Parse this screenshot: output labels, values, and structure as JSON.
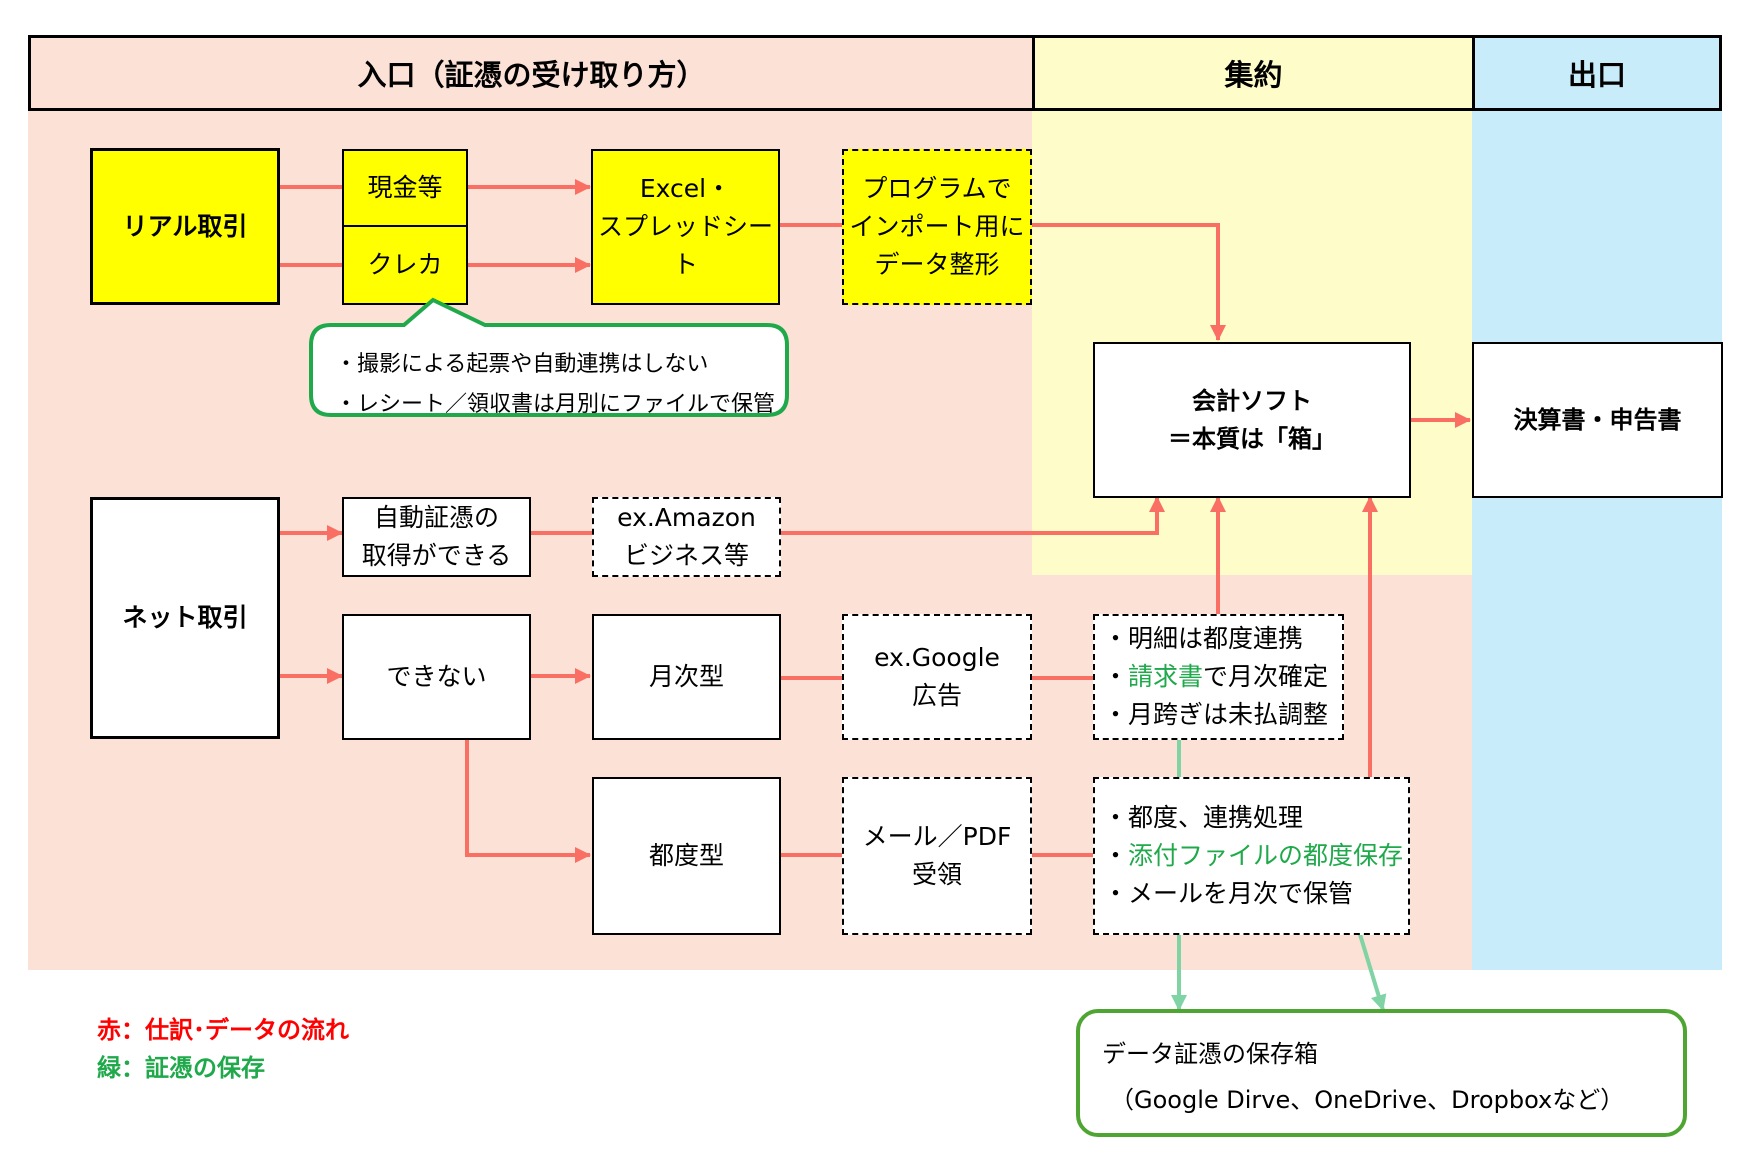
{
  "colors": {
    "entry_bg": "#fbe1d6",
    "aggregate_bg": "#fefdca",
    "exit_bg": "#c9ecfb",
    "highlight_box": "#ffff00",
    "data_flow": "#f96f63",
    "evidence_flow": "#7fd3a4",
    "callout_border": "#1fa94a",
    "storage_border": "#4fa532",
    "legend_red": "#ff0000",
    "legend_green": "#1fa94a"
  },
  "headers": {
    "entry": "入口（証憑の受け取り方）",
    "aggregate": "集約",
    "exit": "出口"
  },
  "real": {
    "source": "リアル取引",
    "cash": "現金等",
    "card": "クレカ",
    "spreadsheet": [
      "Excel・",
      "スプレッドシート"
    ],
    "program": [
      "プログラムで",
      "インポート用に",
      "データ整形"
    ],
    "callout": [
      "・撮影による起票や自動連携はしない",
      "・レシート／領収書は月別にファイルで保管"
    ]
  },
  "net": {
    "source": "ネット取引",
    "auto": [
      "自動証憑の",
      "取得ができる"
    ],
    "amazon": [
      "ex.Amazon",
      "ビジネス等"
    ],
    "cannot": "できない",
    "monthly": "月次型",
    "google": [
      "ex.Google",
      "広告"
    ],
    "monthly_notes": [
      {
        "parts": [
          {
            "text": "・明細は都度連携",
            "green": false
          }
        ]
      },
      {
        "parts": [
          {
            "text": "・",
            "green": false
          },
          {
            "text": "請求書",
            "green": true
          },
          {
            "text": "で月次確定",
            "green": false
          }
        ]
      },
      {
        "parts": [
          {
            "text": "・月跨ぎは未払調整",
            "green": false
          }
        ]
      }
    ],
    "each": "都度型",
    "mail": [
      "メール／PDF",
      "受領"
    ],
    "each_notes": [
      {
        "parts": [
          {
            "text": "・都度、連携処理",
            "green": false
          }
        ]
      },
      {
        "parts": [
          {
            "text": "・",
            "green": false
          },
          {
            "text": "添付ファイルの都度保存",
            "green": true
          }
        ]
      },
      {
        "parts": [
          {
            "text": "・メールを月次で保管",
            "green": false
          }
        ]
      }
    ]
  },
  "accounting": [
    "会計ソフト",
    "＝本質は「箱」"
  ],
  "output": "決算書・申告書",
  "storage": {
    "title": "データ証憑の保存箱",
    "examples": "（Google Dirve、OneDrive、Dropboxなど）"
  },
  "legend": {
    "red": "赤：仕訳･データの流れ",
    "green": "緑：証憑の保存"
  }
}
